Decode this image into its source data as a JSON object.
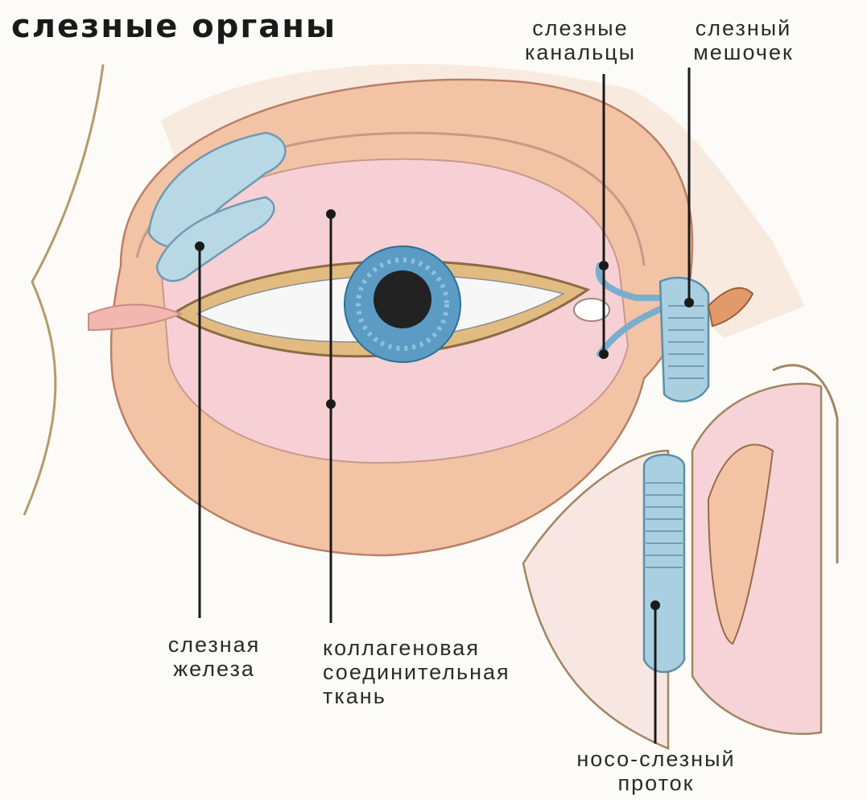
{
  "title": "слезные органы",
  "labels": {
    "canaliculi": {
      "line1": "слезные",
      "line2": "канальцы"
    },
    "sac": {
      "line1": "слезный",
      "line2": "мешочек"
    },
    "gland": {
      "line1": "слезная",
      "line2": "железа"
    },
    "tissue": {
      "line1": "коллагеновая",
      "line2": "соединительная",
      "line3": "ткань"
    },
    "duct": {
      "line1": "носо-слезный",
      "line2": "проток"
    }
  },
  "colors": {
    "skin": "#f3c9ae",
    "pink": "#f6d3d6",
    "tan": "#d4a86a",
    "iris": "#5b9bc4",
    "blue_tissue": "#a9cfe0",
    "pupil": "#222222",
    "outline": "#7a5a3c"
  }
}
